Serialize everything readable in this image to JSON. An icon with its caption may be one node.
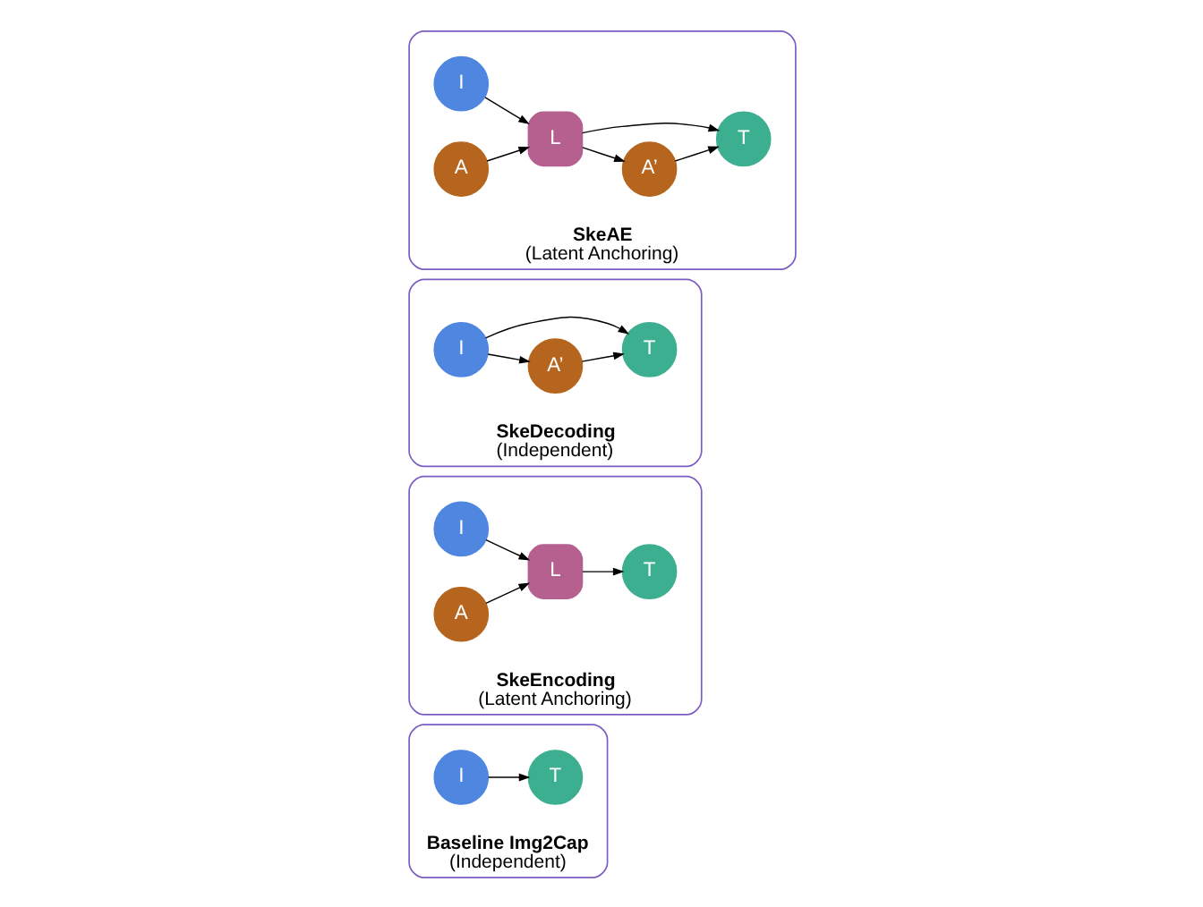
{
  "diagram": {
    "nodes": [
      {
        "text": [
          "Baseline Img2Cap",
          "(Independent)"
        ]
      },
      {
        "text": [
          "I"
        ],
        "in": 0
      },
      {
        "text": [
          "T"
        ],
        "in": 0
      },
      {
        "text": [
          "SkeEncoding",
          "(Latent Anchoring)"
        ]
      },
      {
        "text": [
          "I"
        ],
        "in": 3
      },
      {
        "text": [
          "A"
        ],
        "in": 3
      },
      {
        "text": [
          "L"
        ],
        "in": 3
      },
      {
        "text": [
          "T"
        ],
        "in": 3
      },
      {
        "text": [
          "SkeDecoding",
          "(Independent)"
        ]
      },
      {
        "text": [
          "I"
        ],
        "in": 8
      },
      {
        "text": [
          "A’"
        ],
        "in": 8
      },
      {
        "text": [
          "T"
        ],
        "in": 8
      },
      {
        "text": [
          "SkeAE",
          "(Latent Anchoring)"
        ]
      },
      {
        "text": [
          "I"
        ],
        "in": 12
      },
      {
        "text": [
          "A"
        ],
        "in": 12
      },
      {
        "text": [
          "L"
        ],
        "in": 12
      },
      {
        "text": [
          "A’"
        ],
        "in": 12
      },
      {
        "text": [
          "T"
        ],
        "in": 12
      }
    ],
    "edges": [
      {
        "from": 1,
        "to": 2,
        "arrow": "to"
      },
      {
        "from": 4,
        "to": 6,
        "arrow": "to"
      },
      {
        "from": 5,
        "to": 6,
        "arrow": "to"
      },
      {
        "from": 6,
        "to": 7,
        "arrow": "to"
      },
      {
        "from": 9,
        "to": 10,
        "arrow": "to"
      },
      {
        "from": 9,
        "to": 11,
        "arrow": "to"
      },
      {
        "from": 10,
        "to": 11,
        "arrow": "to"
      },
      {
        "from": 13,
        "to": 15,
        "arrow": "to"
      },
      {
        "from": 14,
        "to": 15,
        "arrow": "to"
      },
      {
        "from": 15,
        "to": 16,
        "arrow": "to"
      },
      {
        "from": 15,
        "to": 17,
        "arrow": "to"
      },
      {
        "from": 16,
        "to": 17,
        "arrow": "to"
      }
    ]
  }
}
